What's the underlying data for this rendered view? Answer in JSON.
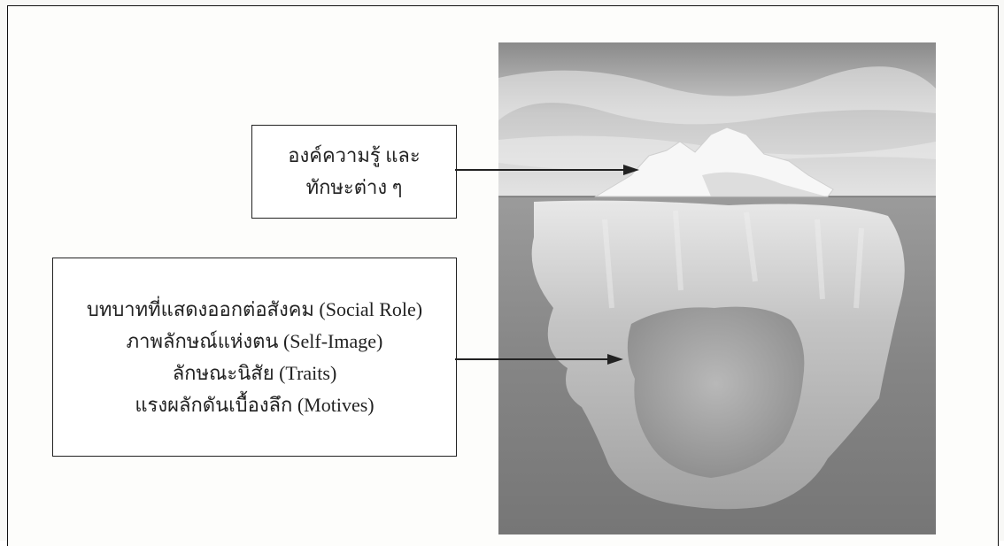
{
  "figure": {
    "top_label": {
      "lines": [
        "องค์ความรู้ และ",
        "ทักษะต่าง ๆ"
      ]
    },
    "bottom_label": {
      "lines": [
        "บทบาทที่แสดงออกต่อสังคม (Social Role)",
        "ภาพลักษณ์แห่งตน (Self-Image)",
        "ลักษณะนิสัย (Traits)",
        "แรงผลักดันเบื้องลึก (Motives)"
      ]
    },
    "image": {
      "subject": "iceberg-photo",
      "colors": {
        "sky": "#d9d9d9",
        "water": "#7f7f7f",
        "ice": "#f4f4f4"
      }
    }
  }
}
